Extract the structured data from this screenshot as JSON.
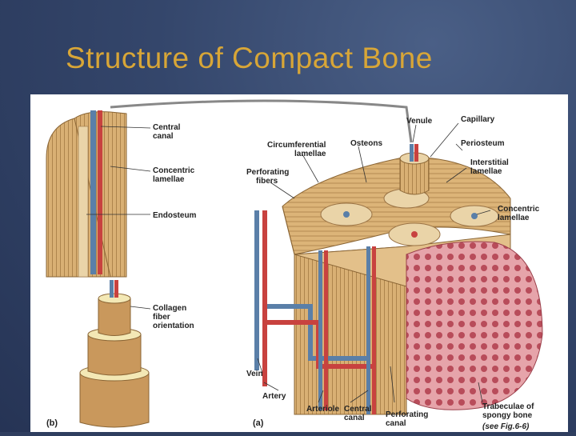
{
  "slide": {
    "title": "Structure of Compact Bone"
  },
  "diagram": {
    "panel_b": {
      "tag": "(b)",
      "labels": {
        "central_canal": [
          "Central",
          "canal"
        ],
        "concentric_lamellae": [
          "Concentric",
          "lamellae"
        ],
        "endosteum": [
          "Endosteum"
        ],
        "collagen": [
          "Collagen",
          "fiber",
          "orientation"
        ]
      }
    },
    "panel_a": {
      "tag": "(a)",
      "labels": {
        "venule": [
          "Venule"
        ],
        "capillary": [
          "Capillary"
        ],
        "circumferential": [
          "Circumferential",
          "lamellae"
        ],
        "osteons": [
          "Osteons"
        ],
        "periosteum": [
          "Periosteum"
        ],
        "interstitial": [
          "Interstitial",
          "lamellae"
        ],
        "perforating_fibers": [
          "Perforating",
          "fibers"
        ],
        "concentric": [
          "Concentric",
          "lamellae"
        ],
        "vein": [
          "Vein"
        ],
        "artery": [
          "Artery"
        ],
        "arteriole": [
          "Arteriole"
        ],
        "central_canal": [
          "Central",
          "canal"
        ],
        "perforating_canal": [
          "Perforating",
          "canal"
        ],
        "trabeculae": [
          "Trabeculae of",
          "spongy bone"
        ],
        "see_fig": "(see Fig.6-6)"
      }
    },
    "colors": {
      "bone": "#d9b47a",
      "bone_dark": "#b08850",
      "vein": "#5a7fa8",
      "artery": "#c8423f",
      "spongy": "#d97a82"
    }
  }
}
